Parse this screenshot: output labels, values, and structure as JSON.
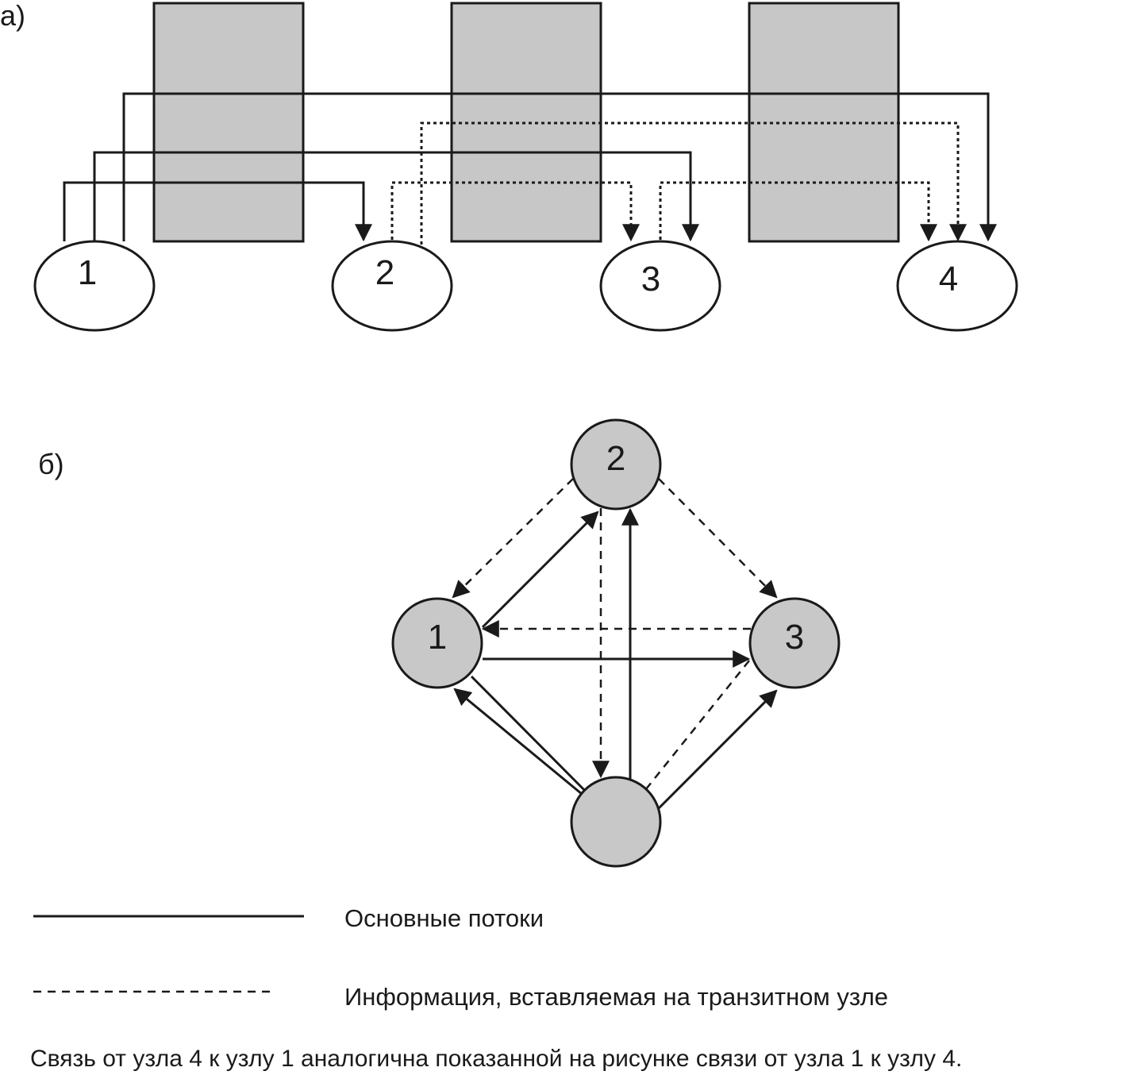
{
  "panel_a": {
    "label": "а)",
    "nodes": [
      "1",
      "2",
      "3",
      "4"
    ]
  },
  "panel_b": {
    "label": "б)",
    "nodes": [
      "1",
      "2",
      "3",
      ""
    ]
  },
  "legend": {
    "solid_label": "Основные потоки",
    "dashed_label": "Информация, вставляемая на транзитном узле"
  },
  "caption": "Связь от узла 4 к узлу 1 аналогична показанной на рисунке связи от узла 1 к узлу 4."
}
